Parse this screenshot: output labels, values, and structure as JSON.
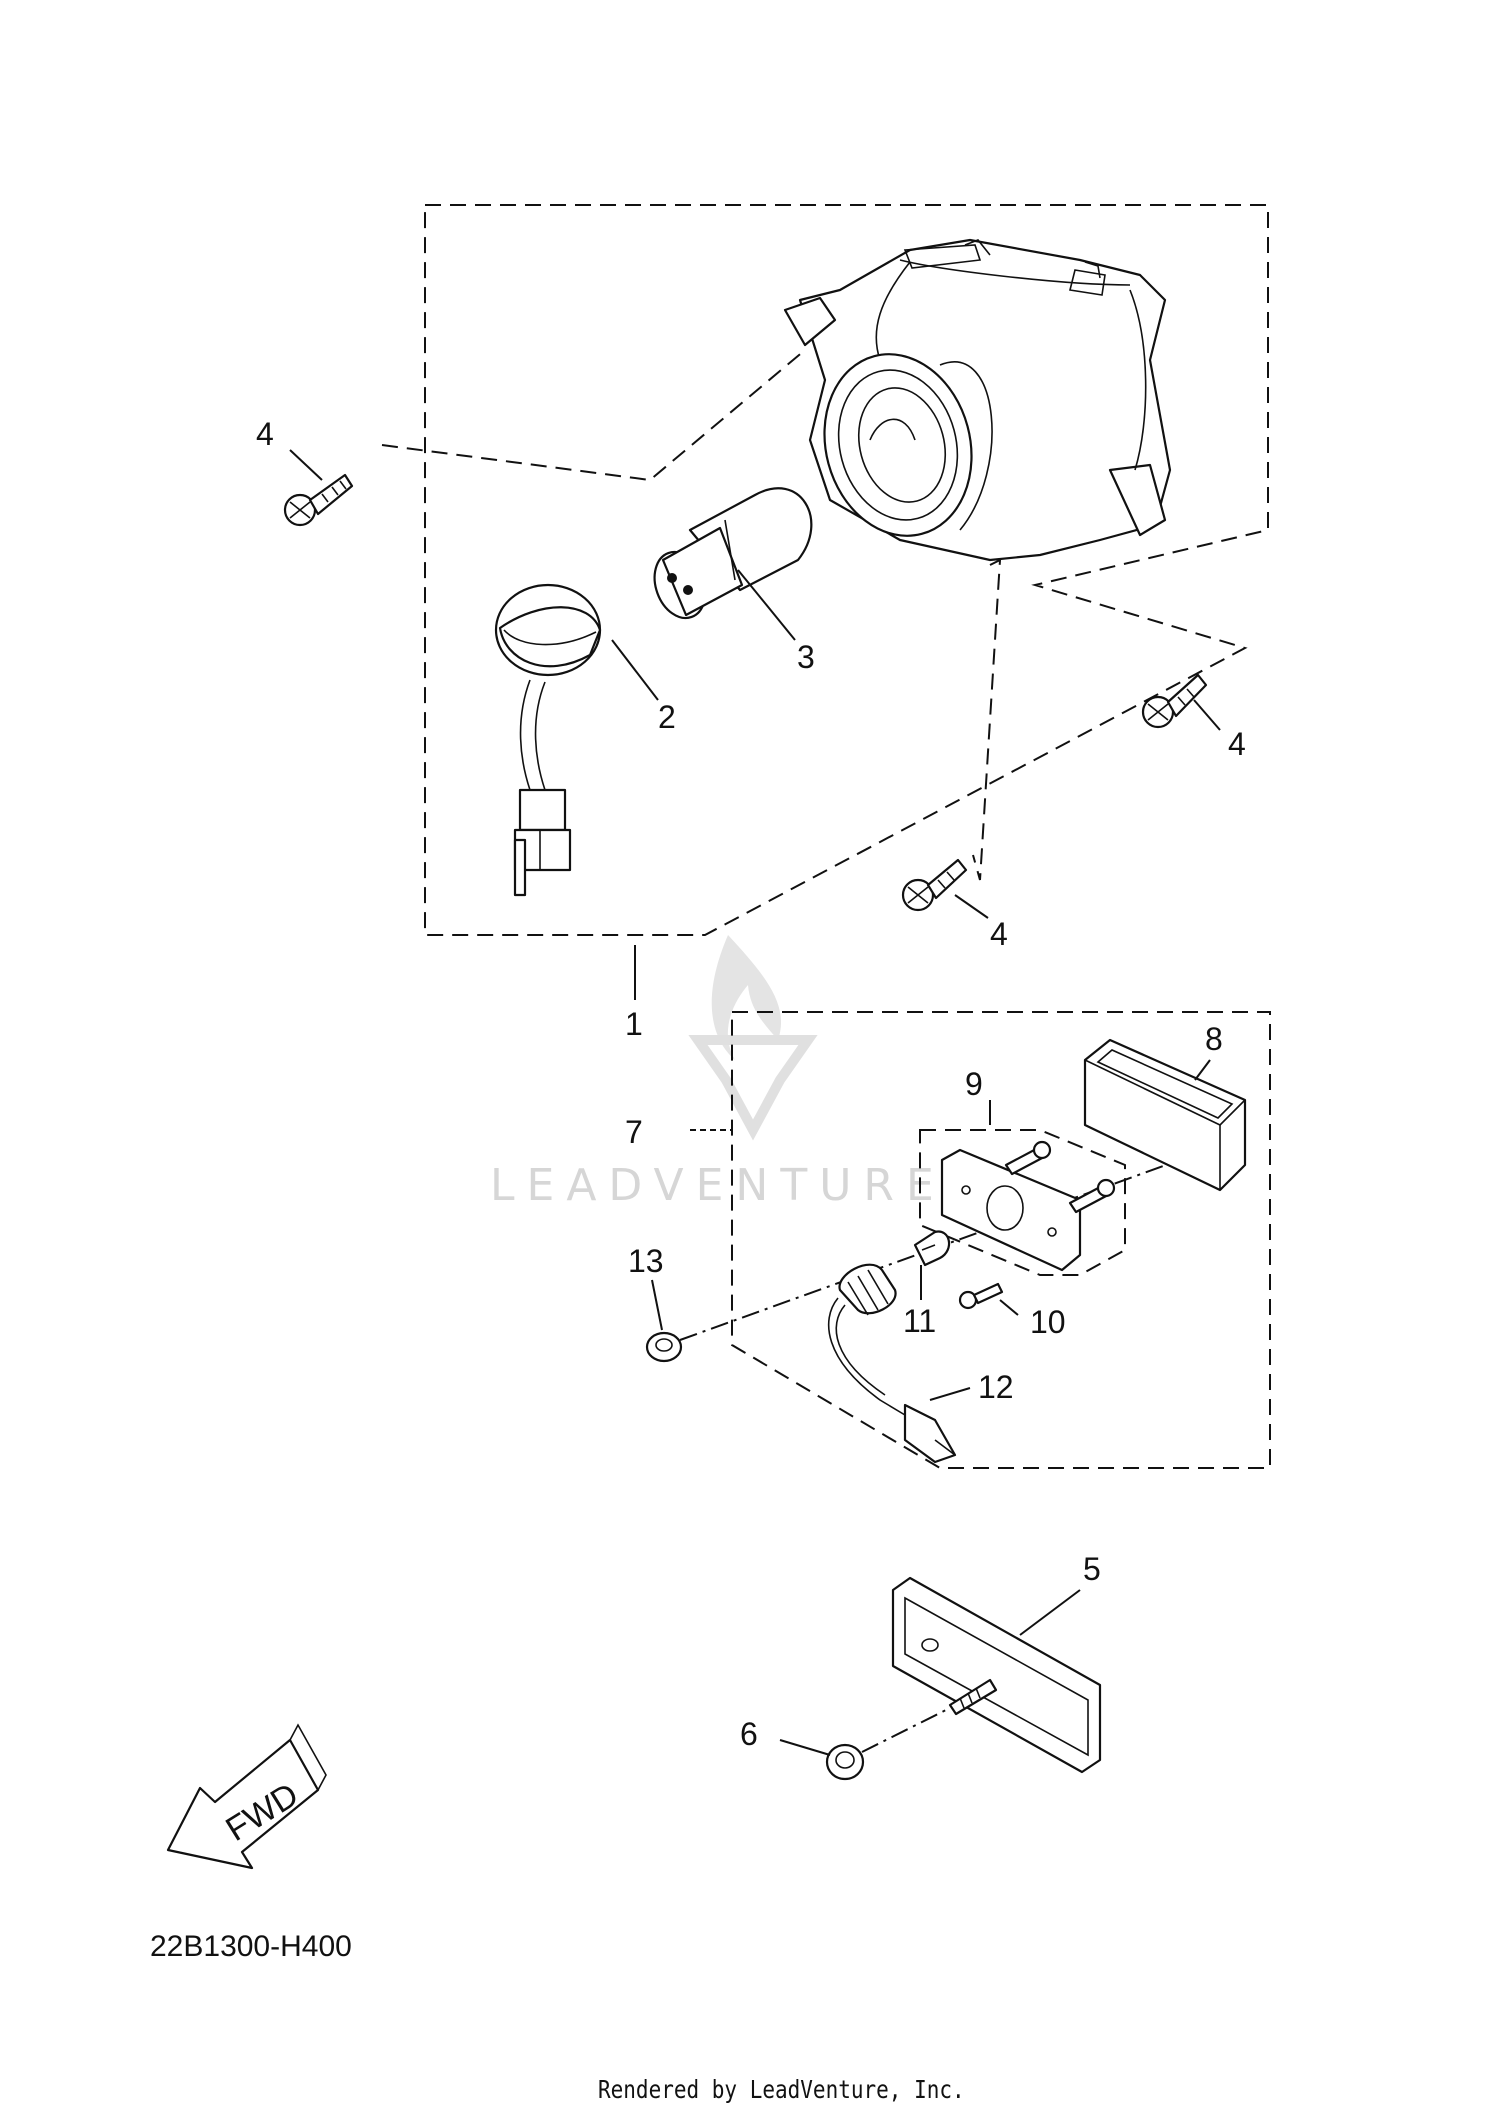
{
  "diagram": {
    "callouts": [
      "4",
      "3",
      "2",
      "4",
      "4",
      "1",
      "8",
      "9",
      "7",
      "13",
      "11",
      "10",
      "12",
      "5",
      "6"
    ],
    "direction_label": "FWD",
    "diagram_code": "22B1300-H400",
    "footer": "Rendered by LeadVenture, Inc.",
    "watermark": "LEADVENTURE"
  }
}
